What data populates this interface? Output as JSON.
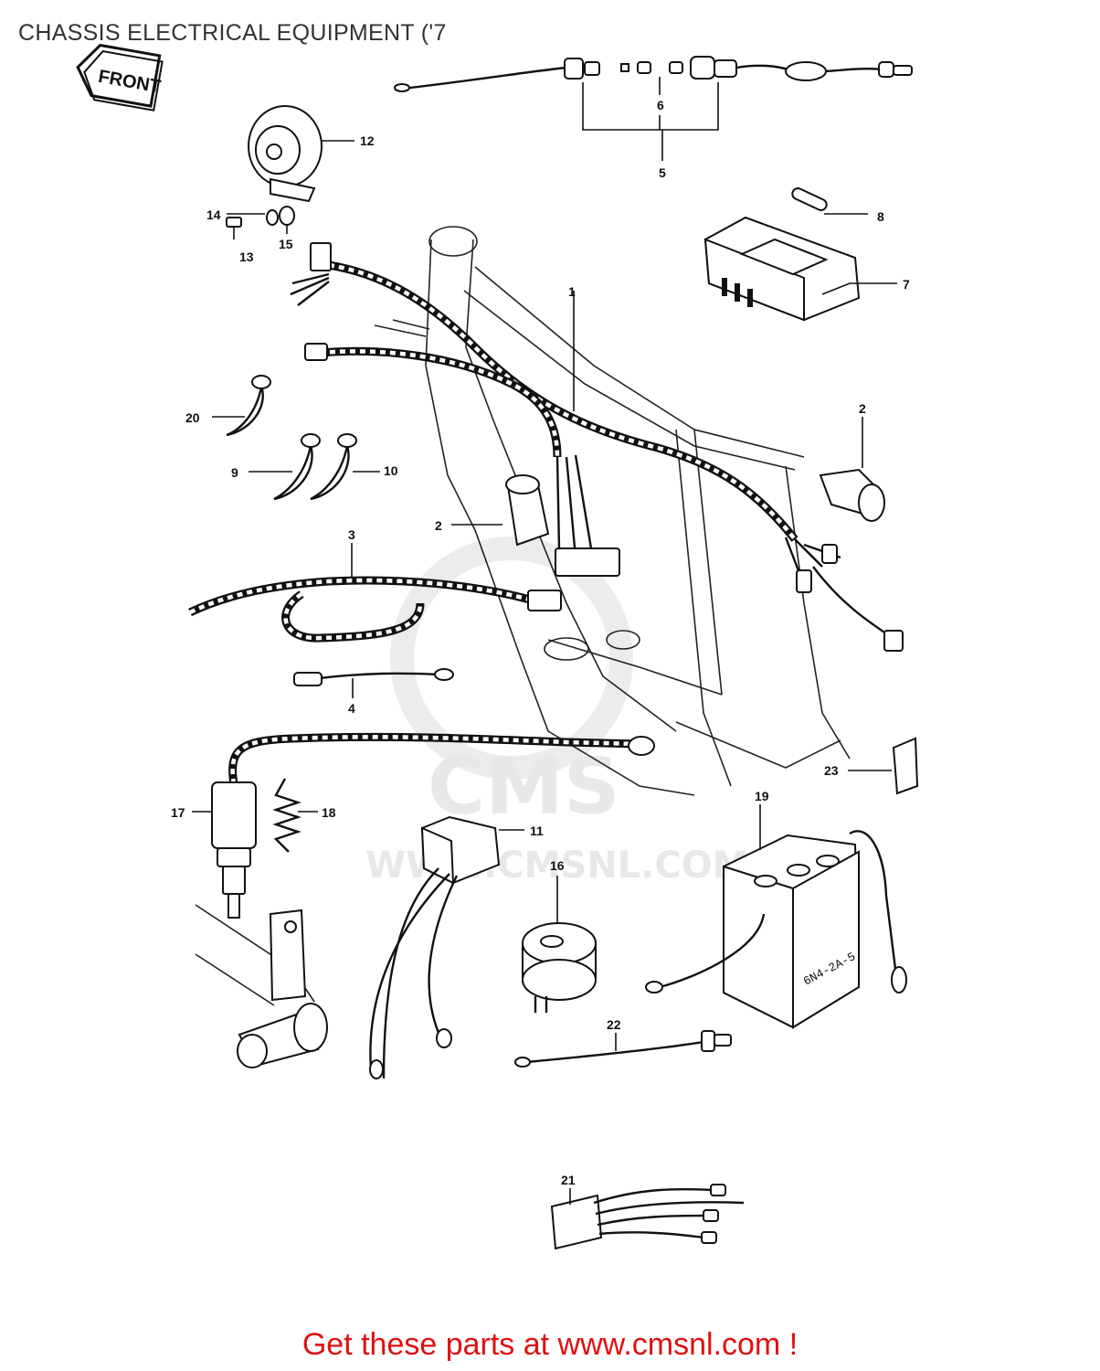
{
  "header": {
    "title": "CHASSIS ELECTRICAL EQUIPMENT ('7"
  },
  "front_arrow": {
    "label": "FRONT"
  },
  "watermark": {
    "logo": "CMS",
    "url": "WWW.CMSNL.COM"
  },
  "callouts": {
    "c1": "1",
    "c2a": "2",
    "c2b": "2",
    "c3": "3",
    "c4": "4",
    "c5": "5",
    "c6": "6",
    "c7": "7",
    "c8": "8",
    "c9": "9",
    "c10": "10",
    "c11": "11",
    "c12": "12",
    "c13": "13",
    "c14": "14",
    "c15": "15",
    "c16": "16",
    "c17": "17",
    "c18": "18",
    "c19": "19",
    "c20": "20",
    "c21": "21",
    "c22": "22",
    "c23": "23"
  },
  "battery_marking": "6N4-2A-5",
  "footer": {
    "text": "Get these parts at www.cmsnl.com !"
  }
}
